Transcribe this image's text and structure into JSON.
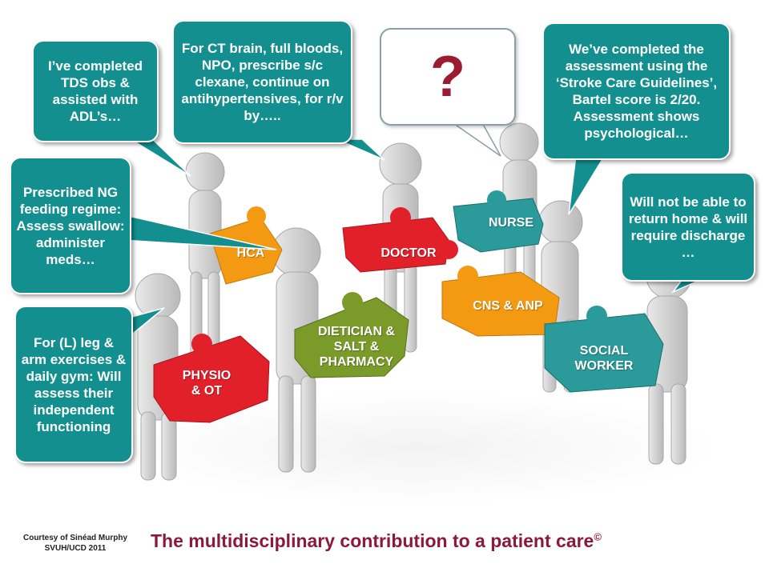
{
  "bubbles": {
    "hca": "I’ve completed TDS obs & assisted with ADL’s…",
    "doctor": "For CT brain, full bloods,  NPO, prescribe s/c clexane, continue on antihypertensives, for r/v by…..",
    "nurse": "We’ve completed the assessment using the ‘Stroke Care Guidelines’, Bartel score is 2/20. Assessment shows psychological…",
    "dietician": "Prescribed NG feeding regime: Assess swallow: administer meds…",
    "social": "Will not be able to return home & will require discharge …",
    "physio": "For (L) leg & arm exercises & daily gym: Will assess their independent functioning",
    "question": "?"
  },
  "pieces": {
    "hca": "HCA",
    "doctor": "DOCTOR",
    "nurse": "NURSE",
    "dietician": "DIETICIAN &\nSALT &\nPHARMACY",
    "cns": "CNS & ANP",
    "physio": "PHYSIO\n& OT",
    "social": "SOCIAL\nWORKER"
  },
  "footer": {
    "credit": "Courtesy of Sinéad Murphy\nSVUH/UCD  2011",
    "title": "The multidisciplinary contribution to a patient care",
    "copyright": "©"
  },
  "colors": {
    "teal": "#138f8f",
    "orange": "#f39a12",
    "red": "#e2202a",
    "green": "#7a9b2a",
    "darkteal": "#2a9a9a",
    "maroon": "#8b1a3a"
  }
}
